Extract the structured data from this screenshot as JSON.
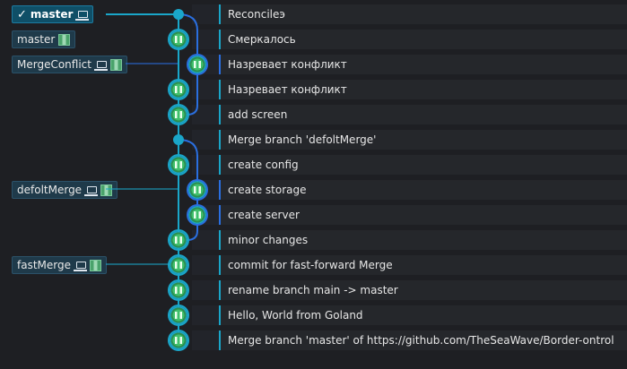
{
  "refs": [
    {
      "label": "master",
      "head": true,
      "check": "✓",
      "laptop": true,
      "avatar": false
    },
    {
      "label": "master",
      "head": false,
      "laptop": false,
      "avatar": true
    },
    {
      "label": "MergeConflict",
      "head": false,
      "laptop": true,
      "avatar": true
    },
    {
      "label": "defoltMerge",
      "head": false,
      "laptop": true,
      "avatar": true
    },
    {
      "label": "fastMerge",
      "head": false,
      "laptop": true,
      "avatar": true
    }
  ],
  "commits": [
    {
      "message": "Reconcileэ",
      "bar_color": "#1aa6c9",
      "node": "merge-dot"
    },
    {
      "message": "Смеркалось",
      "bar_color": "#1aa6c9",
      "node": "avatar"
    },
    {
      "message": "Назревает конфликт",
      "bar_color": "#2a6fe0",
      "node": "avatar"
    },
    {
      "message": "Назревает конфликт",
      "bar_color": "#1aa6c9",
      "node": "avatar"
    },
    {
      "message": "add screen",
      "bar_color": "#1aa6c9",
      "node": "avatar"
    },
    {
      "message": "Merge branch 'defoltMerge'",
      "bar_color": "#1aa6c9",
      "node": "merge-dot"
    },
    {
      "message": "create config",
      "bar_color": "#1aa6c9",
      "node": "avatar"
    },
    {
      "message": "create storage",
      "bar_color": "#2a6fe0",
      "node": "avatar"
    },
    {
      "message": "create server",
      "bar_color": "#2a6fe0",
      "node": "avatar"
    },
    {
      "message": "minor changes",
      "bar_color": "#1aa6c9",
      "node": "avatar"
    },
    {
      "message": "commit for fast-forward Merge",
      "bar_color": "#1aa6c9",
      "node": "avatar"
    },
    {
      "message": "rename branch main -> master",
      "bar_color": "#1aa6c9",
      "node": "avatar"
    },
    {
      "message": "Hello, World from Goland",
      "bar_color": "#1aa6c9",
      "node": "avatar"
    },
    {
      "message": "Merge branch 'master' of https://github.com/TheSeaWave/Border-ontrol",
      "bar_color": "#1aa6c9",
      "node": "avatar"
    }
  ],
  "colors": {
    "lane_main": "#1aa6c9",
    "lane_branch": "#2a6fe0",
    "ref_bg": "#1f3a4a",
    "head_bg": "#0f4f67"
  }
}
